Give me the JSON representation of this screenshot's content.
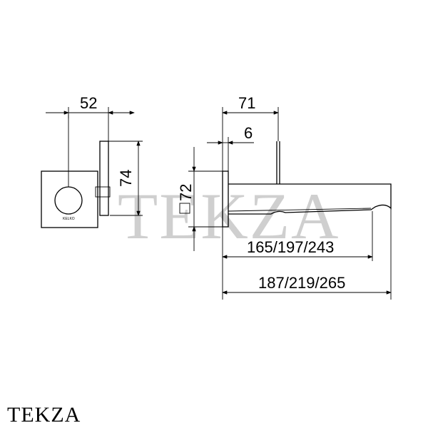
{
  "dimensions": {
    "front_width": "52",
    "front_height": "74",
    "side_depth": "71",
    "side_offset": "6",
    "square_size": "72",
    "spout_length_short": "165/197/243",
    "spout_length_long": "187/219/265"
  },
  "logo_mark": "KELKO",
  "watermark": "TEKZA",
  "brand": "TEKZA"
}
